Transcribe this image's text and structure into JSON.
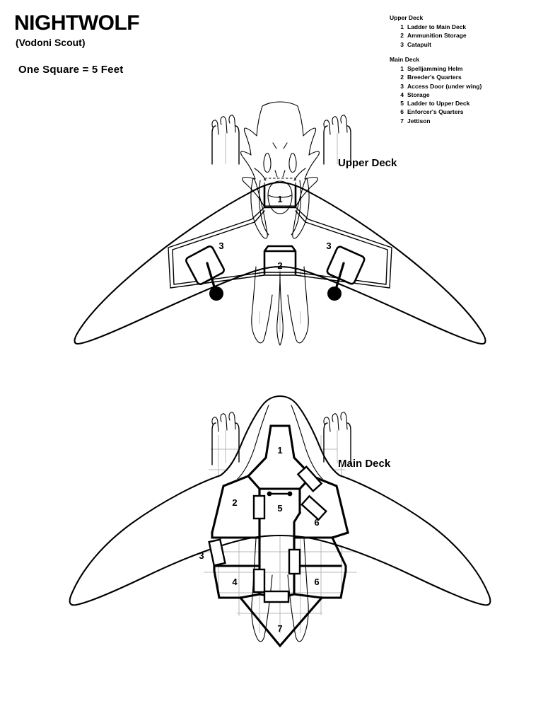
{
  "header": {
    "title": "NIGHTWOLF",
    "subtitle": "(Vodoni Scout)",
    "scale_note": "One Square  =  5 Feet"
  },
  "legend": {
    "groups": [
      {
        "heading": "Upper Deck",
        "entries": [
          {
            "num": "1",
            "label": "Ladder to Main Deck"
          },
          {
            "num": "2",
            "label": "Ammunition Storage"
          },
          {
            "num": "3",
            "label": "Catapult"
          }
        ]
      },
      {
        "heading": "Main Deck",
        "entries": [
          {
            "num": "1",
            "label": "Spelljamming Helm"
          },
          {
            "num": "2",
            "label": "Breeder's Quarters"
          },
          {
            "num": "3",
            "label": "Access Door (under wing)"
          },
          {
            "num": "4",
            "label": "Storage"
          },
          {
            "num": "5",
            "label": "Ladder to Upper Deck"
          },
          {
            "num": "6",
            "label": "Enforcer's Quarters"
          },
          {
            "num": "7",
            "label": "Jettison"
          }
        ]
      }
    ]
  },
  "decks": {
    "upper": {
      "label": "Upper Deck",
      "room_numbers": [
        "1",
        "3",
        "2",
        "3"
      ]
    },
    "main": {
      "label": "Main Deck",
      "room_numbers": [
        "1",
        "2",
        "5",
        "3",
        "6",
        "4",
        "6",
        "7"
      ]
    }
  },
  "colors": {
    "ink": "#000000",
    "grid": "#b9b9b9",
    "paper": "#ffffff"
  }
}
